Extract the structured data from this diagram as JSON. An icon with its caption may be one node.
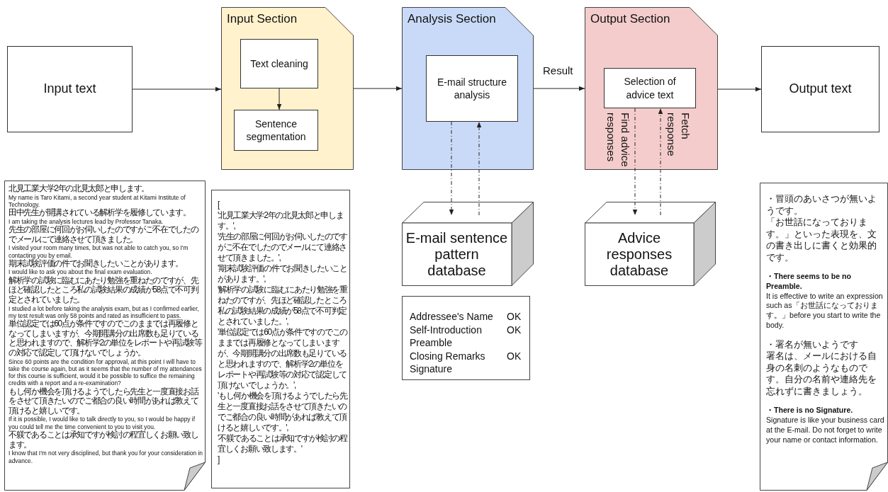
{
  "diagram": {
    "nodes": [
      {
        "text": [
          "Input text"
        ]
      },
      {
        "text": [
          "Input Section"
        ]
      },
      {
        "text": [
          "Text cleaning"
        ],
        "in": 1
      },
      {
        "text": [
          "Sentence segmentation"
        ],
        "in": 1
      },
      {
        "text": [
          "Analysis Section"
        ]
      },
      {
        "text": [
          "E-mail structure analysis"
        ],
        "in": 4
      },
      {
        "text": [
          "Output Section"
        ]
      },
      {
        "text": [
          "Selection of advice text"
        ],
        "in": 6
      },
      {
        "text": [
          "Output text"
        ]
      },
      {
        "text": [
          "E-mail sentence pattern database"
        ]
      },
      {
        "text": [
          "Advice responses database"
        ]
      },
      {
        "text": [
          "Addressee's Name",
          "OK",
          "Self-Introduction",
          "OK",
          "Preamble",
          "Closing Remarks",
          "OK",
          "Signature"
        ]
      },
      {
        "text": [
          "北見工業大学2年の北見太郎と申します。",
          "My name is Taro Kitami, a second year student at Kitami Institute of Technology.",
          "田中先生が開講されている解析学を履修しています。",
          "I am taking the analysis lectures lead by Professor Tanaka.",
          "先生の部屋に何回がお伺いしたのですがご不在でしたのでメールにて連絡させて頂きました。",
          "I visited your room many times, but was not able to catch you, so I'm contacting you by email.",
          "期末試験評価の件でお聞きしたいことがあります。",
          "I would like to ask you about the final exam evaluation.",
          "解析学の試験に臨むにあたり勉強を重ねたのですが、先ほど確認したところ私の試験結果の成績が58点で不可判定とされていました。",
          "I studied a lot before taking the analysis exam, but as I confirmed earlier, my test result was only 58 points and rated as insufficient to pass.",
          "単位認定では60点が条件ですのでこのままでは再履修となってしまいますが、今期開講分の出席数も足りていると思われますので、解析学2の単位をレポートや再試験等の対応で認定して頂けないでしょうか。",
          "Since 60 points are the condition for approval, at this point I will have to take the course again, but as it seems that the number of my attendances for this course is sufficient, would it be possible to suffice the remaining credits with a report and a re-examination?",
          "もし何か機会を頂けるようでしたら先生と一度直接お話をさせて頂きたいのでご都合の良い時間があれば教えて頂けると嬉しいです。",
          "If it is possible, I would like to talk directly to you, so I would be happy if you could tell me the time convenient to you to visit you.",
          "不躾であることは承知ですが検討の程宜しくお願い致します。",
          "I know that I'm not very disciplined, but thank you for your consideration in advance."
        ]
      },
      {
        "text": [
          "[",
          "'北見工業大学2年の北見太郎と申します。',",
          "'先生の部屋に何回がお伺いしたのですがご不在でしたのでメールにて連絡させて頂きました。',",
          "'期末試験評価の件でお聞きしたいことがあります。',",
          "'解析学の試験に臨むにあたり勉強を重ねたのですが、先ほど確認したところ私の試験結果の成績が58点で不可判定とされていました。',",
          "'単位認定では60点が条件ですのでこのままでは再履修となってしまいますが、今期開講分の出席数も足りていると思われますので、解析学2の単位をレポートや再試験等の対応で認定して頂けないでしょうか。',",
          "'もし何か機会を頂けるようでしたら先生と一度直接お話をさせて頂きたいのでご都合の良い時間があれば教えて頂けると嬉しいです。',",
          "'不躾であることは承知ですが検討の程宜しくお願い致します。'",
          "]"
        ]
      },
      {
        "text": [
          "・冒頭のあいさつが無いようです。",
          "「お世話になっております。」といった表現を、文の書き出しに書くと効果的です。",
          "・There seems to be no Preamble.",
          "It is effective to write an expression such as「お世話になっております。」before you start to write the body.",
          "・署名が無いようです",
          "署名は、メールにおける自身の名刺のようなものです。自分の名前や連絡先を忘れずに書きましょう。",
          "・There is no Signature.",
          "Signature is like your business card at the E-mail. Do not forget to write your name or contact information."
        ]
      }
    ],
    "edges": [
      {
        "from": 0,
        "to": 1,
        "arrow": "to"
      },
      {
        "from": 2,
        "to": 3,
        "arrow": "to"
      },
      {
        "from": 1,
        "to": 4,
        "arrow": "to"
      },
      {
        "from": 4,
        "to": 6,
        "arrow": "to",
        "label": "Result"
      },
      {
        "from": 6,
        "to": 8,
        "arrow": "to"
      },
      {
        "from": 5,
        "to": 9,
        "arrow": "to",
        "style": "dashed"
      },
      {
        "from": 9,
        "to": 5,
        "arrow": "to",
        "style": "dashed"
      },
      {
        "from": 7,
        "to": 10,
        "arrow": "to",
        "style": "dashed",
        "label": "Find advice responses"
      },
      {
        "from": 10,
        "to": 7,
        "arrow": "to",
        "style": "dashed",
        "label": "Fetch response"
      }
    ]
  }
}
